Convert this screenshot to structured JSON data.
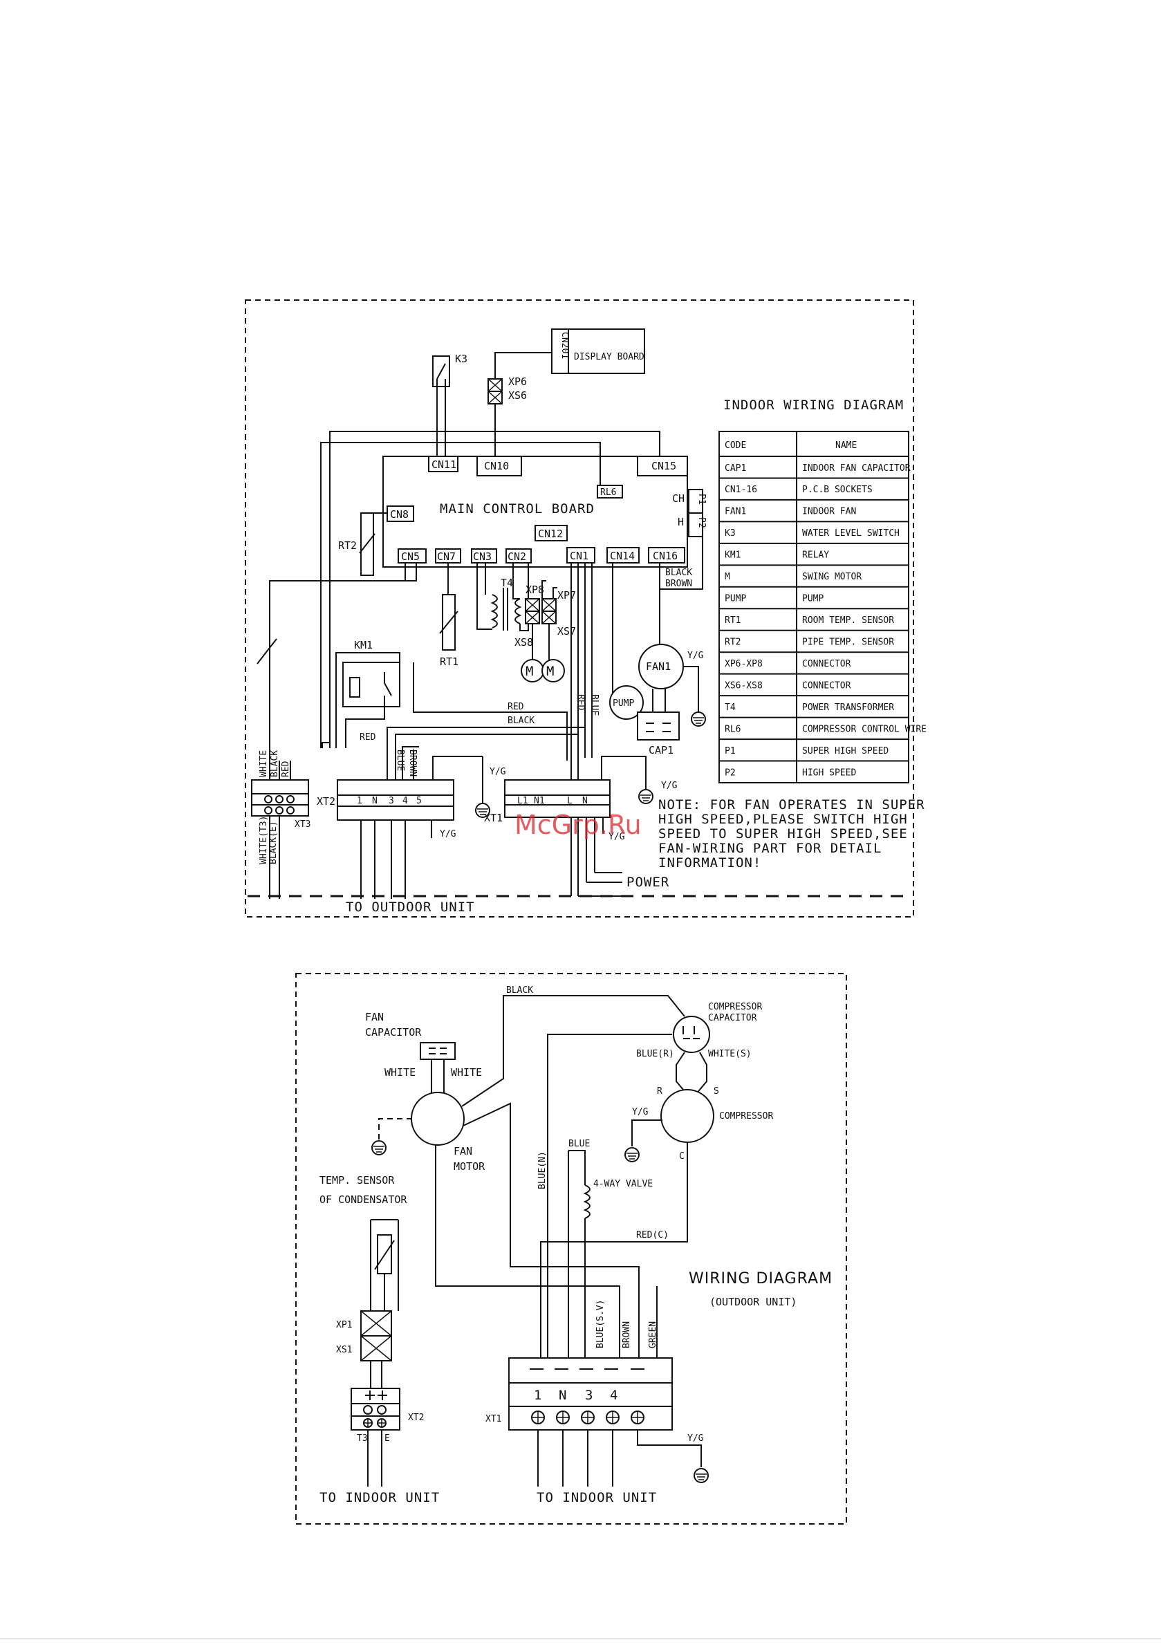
{
  "indoor": {
    "title": "INDOOR WIRING DIAGRAM",
    "display_board": "DISPLAY BOARD",
    "display_connector": "CN201",
    "main_board": "MAIN CONTROL BOARD",
    "labels": {
      "k3": "K3",
      "xp6": "XP6",
      "xs6": "XS6",
      "cn11": "CN11",
      "cn10": "CN10",
      "cn15": "CN15",
      "rl6": "RL6",
      "cn8": "CN8",
      "rt2": "RT2",
      "cn12": "CN12",
      "ch": "CH",
      "h": "H",
      "p1": "P1",
      "p2": "P2",
      "cn5": "CN5",
      "cn7": "CN7",
      "cn3": "CN3",
      "cn2": "CN2",
      "cn1": "CN1",
      "cn14": "CN14",
      "cn16": "CN16",
      "t4": "T4",
      "xp8": "XP8",
      "xp7": "XP7",
      "xs8": "XS8",
      "xs7": "XS7",
      "rt1": "RT1",
      "km1": "KM1",
      "pump": "PUMP",
      "fan1": "FAN1",
      "cap1": "CAP1",
      "motor": "M",
      "yg": "Y/G",
      "black": "BLACK",
      "brown": "BROWN",
      "red": "RED",
      "blue": "BLUE",
      "white": "WHITE",
      "xt1": "XT1",
      "xt2": "XT2",
      "xt3": "XT3",
      "white_t3": "WHITE(T3)",
      "black_e": "BLACK(E)",
      "t_1": "1",
      "t_n": "N",
      "t_3": "3",
      "t_4": "4",
      "t_5": "5",
      "t_l1": "L1",
      "t_n1": "N1",
      "t_l": "L",
      "t_n2": "N"
    },
    "table": {
      "headers": [
        "CODE",
        "NAME"
      ],
      "rows": [
        [
          "CAP1",
          "INDOOR FAN CAPACITOR"
        ],
        [
          "CN1-16",
          "P.C.B  SOCKETS"
        ],
        [
          "FAN1",
          "INDOOR FAN"
        ],
        [
          "K3",
          "WATER LEVEL SWITCH"
        ],
        [
          "KM1",
          "RELAY"
        ],
        [
          "M",
          "SWING MOTOR"
        ],
        [
          "PUMP",
          "PUMP"
        ],
        [
          "RT1",
          "ROOM TEMP. SENSOR"
        ],
        [
          "RT2",
          "PIPE TEMP. SENSOR"
        ],
        [
          "XP6-XP8",
          "CONNECTOR"
        ],
        [
          "XS6-XS8",
          "CONNECTOR"
        ],
        [
          "T4",
          "POWER TRANSFORMER"
        ],
        [
          "RL6",
          "COMPRESSOR CONTROL WIRE"
        ],
        [
          "P1",
          "SUPER  HIGH SPEED"
        ],
        [
          "P2",
          "HIGH SPEED"
        ]
      ]
    },
    "note": [
      "NOTE: FOR FAN OPERATES IN SUPER",
      "HIGH SPEED,PLEASE SWITCH HIGH",
      "SPEED TO SUPER HIGH SPEED,SEE",
      "FAN-WIRING PART FOR DETAIL",
      "INFORMATION!"
    ],
    "power": "POWER",
    "to_outdoor": "TO OUTDOOR UNIT"
  },
  "outdoor": {
    "title": "WIRING DIAGRAM",
    "subtitle": "(OUTDOOR UNIT)",
    "fan_capacitor": [
      "FAN",
      "CAPACITOR"
    ],
    "fan_motor": [
      "FAN",
      "MOTOR"
    ],
    "temp_sensor": [
      "TEMP. SENSOR",
      "OF CONDENSATOR"
    ],
    "compressor_capacitor": [
      "COMPRESSOR",
      "CAPACITOR"
    ],
    "compressor": "COMPRESSOR",
    "four_way_valve": "4-WAY VALVE",
    "labels": {
      "black": "BLACK",
      "white": "WHITE",
      "blue_r": "BLUE(R)",
      "white_s": "WHITE(S)",
      "r": "R",
      "s": "S",
      "c": "C",
      "yg": "Y/G",
      "blue": "BLUE",
      "blue_n": "BLUE(N)",
      "red_c": "RED(C)",
      "blue_sv": "BLUE(S.V)",
      "brown": "BROWN",
      "green": "GREEN",
      "xp1": "XP1",
      "xs1": "XS1",
      "xt1": "XT1",
      "xt2": "XT2",
      "t3": "T3",
      "e": "E",
      "t_1": "1",
      "t_n": "N",
      "t_3": "3",
      "t_4": "4"
    },
    "to_indoor_left": "TO INDOOR UNIT",
    "to_indoor_right": "TO INDOOR UNIT"
  },
  "watermark": "McGrp.Ru"
}
